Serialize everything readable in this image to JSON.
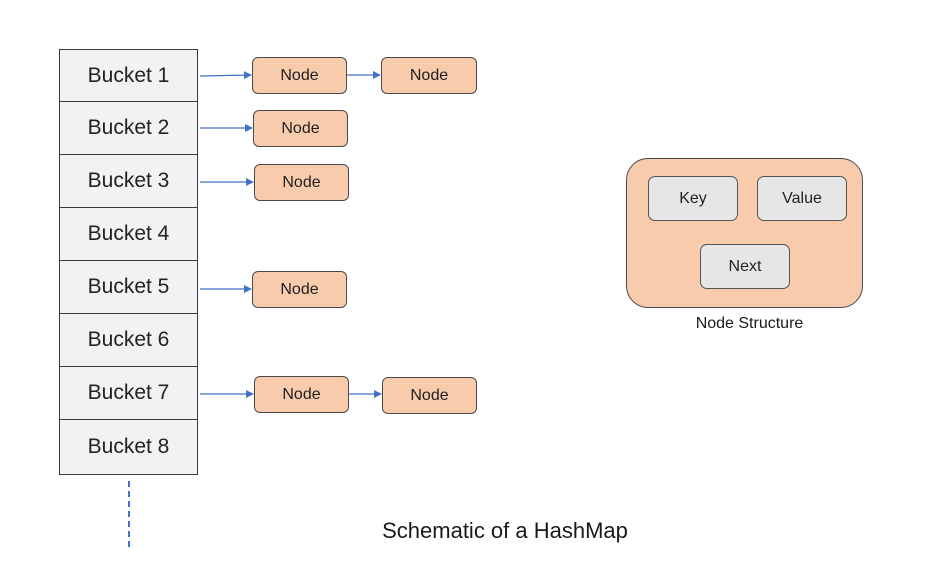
{
  "buckets": [
    {
      "label": "Bucket 1",
      "node_labels": [
        "Node",
        "Node"
      ]
    },
    {
      "label": "Bucket 2",
      "node_labels": [
        "Node"
      ]
    },
    {
      "label": "Bucket 3",
      "node_labels": [
        "Node"
      ]
    },
    {
      "label": "Bucket 4",
      "node_labels": []
    },
    {
      "label": "Bucket 5",
      "node_labels": [
        "Node"
      ]
    },
    {
      "label": "Bucket 6",
      "node_labels": []
    },
    {
      "label": "Bucket 7",
      "node_labels": [
        "Node",
        "Node"
      ]
    },
    {
      "label": "Bucket 8",
      "node_labels": []
    }
  ],
  "node_structure": {
    "fields": {
      "key": "Key",
      "value": "Value",
      "next": "Next"
    },
    "caption": "Node Structure"
  },
  "title": "Schematic of a HashMap",
  "colors": {
    "bucket_fill": "#f2f2f2",
    "node_fill": "#f8cbad",
    "field_fill": "#e6e6e6",
    "arrow": "#4472c4",
    "outline": "#3a3a3a"
  }
}
